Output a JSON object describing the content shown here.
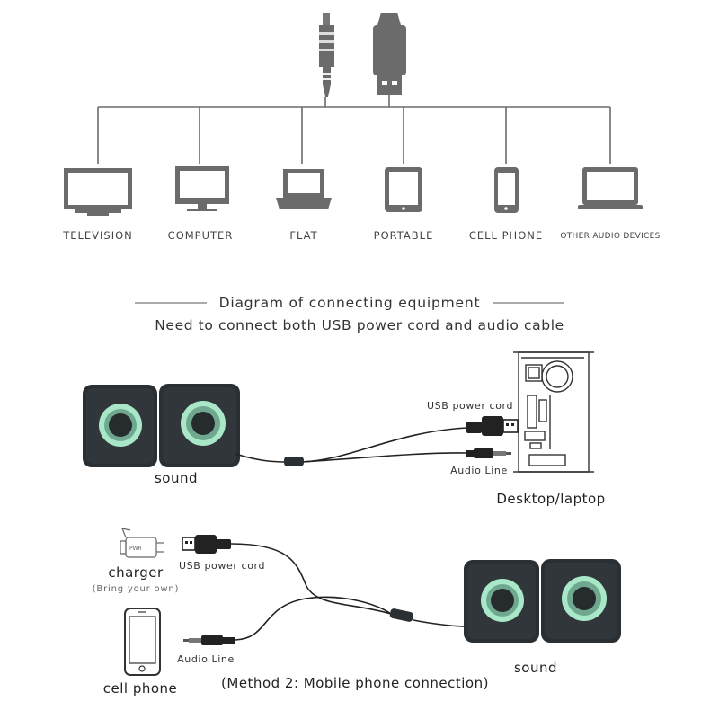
{
  "devices": [
    {
      "label": "TELEVISION",
      "icon": "television-icon"
    },
    {
      "label": "COMPUTER",
      "icon": "computer-monitor-icon"
    },
    {
      "label": "FLAT",
      "icon": "laptop-icon"
    },
    {
      "label": "PORTABLE",
      "icon": "tablet-icon"
    },
    {
      "label": "CELL PHONE",
      "icon": "cell-phone-icon"
    },
    {
      "label": "OTHER AUDIO DEVICES",
      "icon": "other-audio-laptop-icon"
    }
  ],
  "method1": {
    "title": "Diagram of connecting equipment",
    "note": "Need to connect both USB power cord and audio cable",
    "note_color": "#b5342b",
    "usb_label": "USB power cord",
    "audio_label": "Audio Line",
    "sound_label": "sound",
    "desktop_label": "Desktop/laptop"
  },
  "method2": {
    "charger_label": "charger",
    "charger_note": "(Bring your own)",
    "usb_label": "USB power cord",
    "audio_label": "Audio Line",
    "sound_label": "sound",
    "phone_label": "cell phone",
    "caption": "(Method 2: Mobile phone connection)"
  },
  "colors": {
    "icon_gray": "#6b6b6b",
    "speaker_body": "#2a2f33",
    "speaker_ring": "#a8e8c8"
  }
}
